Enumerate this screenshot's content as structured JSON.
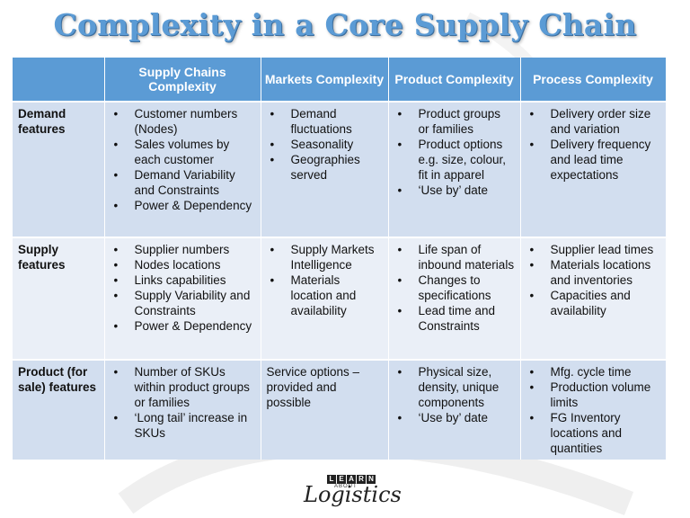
{
  "title": "Complexity in a Core Supply Chain",
  "headers": [
    "",
    "Supply Chains Complexity",
    "Markets Complexity",
    "Product Complexity",
    "Process Complexity"
  ],
  "rows": [
    {
      "label": "Demand features",
      "cells": [
        [
          "Customer numbers (Nodes)",
          "Sales volumes by each customer",
          "Demand Variability and Constraints",
          "Power & Dependency"
        ],
        [
          "Demand fluctuations",
          "Seasonality",
          "Geographies served"
        ],
        [
          "Product groups or families",
          "Product options e.g. size, colour, fit in apparel",
          "‘Use by’ date"
        ],
        [
          "Delivery order size and variation",
          "Delivery frequency and lead time expectations"
        ]
      ]
    },
    {
      "label": "Supply features",
      "cells": [
        [
          "Supplier numbers",
          "Nodes locations",
          "Links capabilities",
          "Supply Variability and Constraints",
          "Power & Dependency"
        ],
        [
          "Supply Markets Intelligence",
          "Materials location and availability"
        ],
        [
          "Life span of inbound materials",
          "Changes to specifications",
          "Lead time and Constraints"
        ],
        [
          "Supplier lead times",
          "Materials locations and inventories",
          "Capacities and availability"
        ]
      ]
    },
    {
      "label": "Product (for sale) features",
      "cells": [
        [
          "Number of SKUs within product groups or families",
          "‘Long tail’ increase in SKUs"
        ],
        "Service options – provided and possible",
        [
          "Physical size, density, unique components",
          "‘Use by’ date"
        ],
        [
          "Mfg. cycle time",
          "Production volume limits",
          "FG Inventory locations and quantities"
        ]
      ]
    }
  ],
  "logo": {
    "letters": [
      "L",
      "E",
      "A",
      "R",
      "N"
    ],
    "about": "ABOUT",
    "script": "Logistics"
  }
}
